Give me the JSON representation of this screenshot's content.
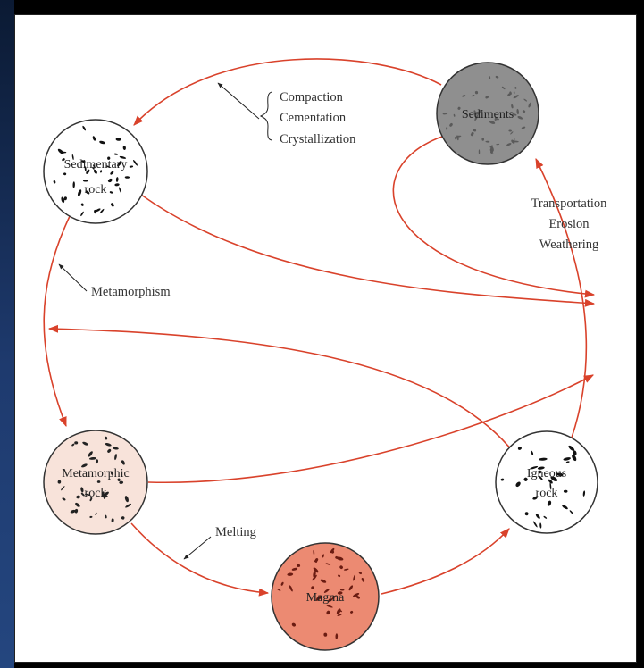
{
  "colors": {
    "background": "#000000",
    "panel": "#ffffff",
    "arrow": "#d9422b",
    "sediments_fill": "#8f8f8f",
    "metamorphic_fill": "#f8e3da",
    "magma_fill": "#ec8a72"
  },
  "nodes": {
    "sediments": "Sediments",
    "sedimentary": [
      "Sedimentary",
      "rock"
    ],
    "metamorphic": [
      "Metamorphic",
      "rock"
    ],
    "igneous": [
      "Igneous",
      "rock"
    ],
    "magma": "Magma"
  },
  "processes": {
    "lithification": [
      "Compaction",
      "Cementation",
      "Crystallization"
    ],
    "surface": [
      "Transportation",
      "Erosion",
      "Weathering"
    ],
    "metamorphism": "Metamorphism",
    "melting": "Melting"
  }
}
